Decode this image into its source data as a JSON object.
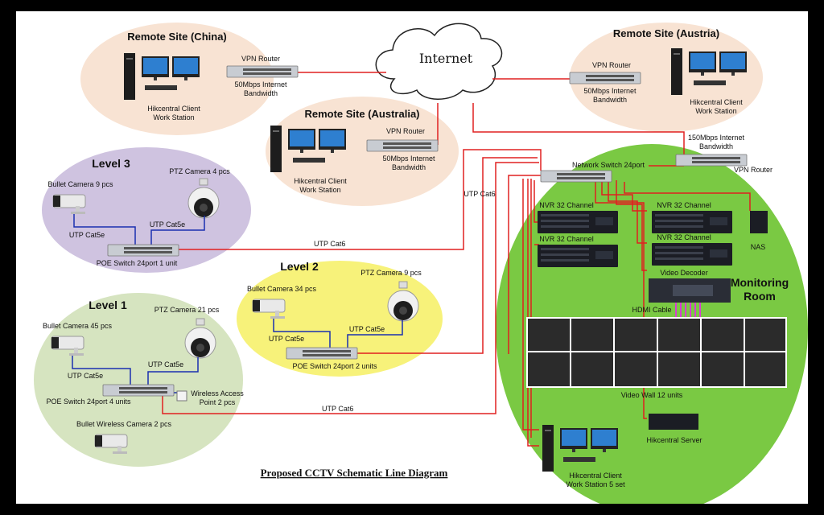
{
  "internet_label": "Internet",
  "sites": {
    "china": {
      "title": "Remote Site (China)",
      "router": "VPN Router",
      "bandwidth": [
        "50Mbps Internet",
        "Bandwidth"
      ],
      "client": [
        "Hikcentral Client",
        "Work Station"
      ]
    },
    "austria": {
      "title": "Remote Site (Austria)",
      "router": "VPN Router",
      "bandwidth": [
        "50Mbps Internet",
        "Bandwidth"
      ],
      "client": [
        "Hikcentral Client",
        "Work Station"
      ]
    },
    "australia": {
      "title": "Remote Site (Australia)",
      "router": "VPN Router",
      "bandwidth": [
        "50Mbps Internet",
        "Bandwidth"
      ],
      "client": [
        "Hikcentral Client",
        "Work Station"
      ]
    }
  },
  "level3": {
    "title": "Level 3",
    "bullet": "Bullet Camera 9 pcs",
    "ptz": "PTZ Camera 4 pcs",
    "cable_a": "UTP Cat5e",
    "cable_b": "UTP Cat5e",
    "switch": "POE Switch 24port 1 unit"
  },
  "level2": {
    "title": "Level 2",
    "bullet": "Bullet Camera 34 pcs",
    "ptz": "PTZ Camera 9 pcs",
    "cable_a": "UTP Cat5e",
    "cable_b": "UTP Cat5e",
    "switch": "POE Switch 24port 2 units"
  },
  "level1": {
    "title": "Level 1",
    "bullet": "Bullet Camera 45 pcs",
    "ptz": "PTZ Camera 21 pcs",
    "cable_a": "UTP Cat5e",
    "cable_b": "UTP Cat5e",
    "switch": "POE Switch 24port 4 units",
    "wap": [
      "Wireless Access",
      "Point 2 pcs"
    ],
    "wireless_cam": "Bullet Wireless Camera 2 pcs"
  },
  "links": {
    "l3_uplink": "UTP Cat6",
    "l1_uplink": "UTP Cat6",
    "trunk": "UTP Cat6"
  },
  "monitoring": {
    "title": [
      "Monitoring",
      "Room"
    ],
    "switch": "Network Switch 24port",
    "router": "VPN Router",
    "bandwidth": [
      "150Mbps Internet",
      "Bandwidth"
    ],
    "nvr": [
      "NVR 32 Channel",
      "NVR 32 Channel",
      "NVR 32 Channel",
      "NVR 32 Channel"
    ],
    "nas": "NAS",
    "decoder": "Video Decoder",
    "hdmi": "HDMI Cable",
    "wall": "Video Wall 12 units",
    "server": "Hikcentral Server",
    "client": [
      "Hikcentral Client",
      "Work Station 5 set"
    ]
  },
  "caption": "Proposed CCTV Schematic Line Diagram",
  "colors": {
    "link": "#e02020",
    "cat5e": "#1a2fb0",
    "monitoring_bg": "#7ac943",
    "level3_bg": "#cfc3e0",
    "level2_bg": "#f7f27a",
    "level1_bg": "#d6e4c0",
    "remote_bg": "#f8e3d3"
  }
}
